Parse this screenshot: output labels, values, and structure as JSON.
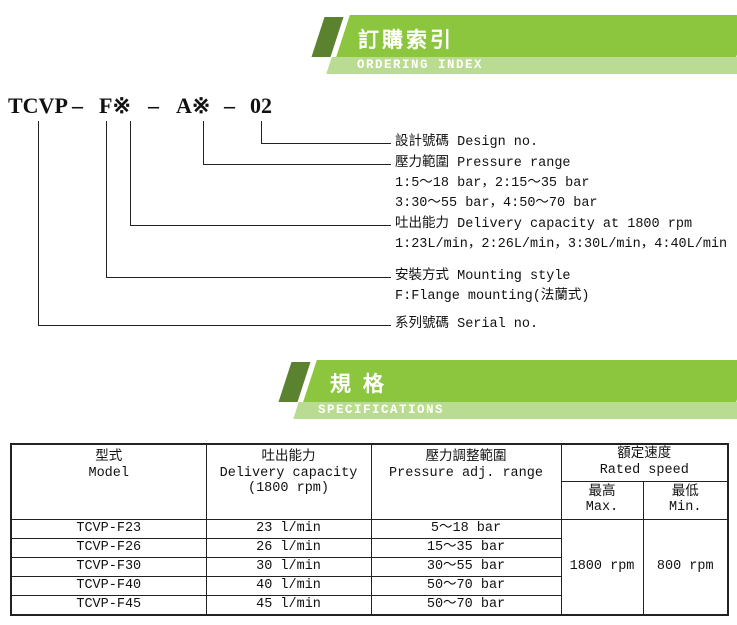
{
  "colors": {
    "banner_green": "#8bc63e",
    "banner_light_green": "#badb92",
    "banner_dark_green": "#5a822f"
  },
  "ordering_banner": {
    "title": "訂購索引",
    "subtitle": "ORDERING INDEX"
  },
  "model_code": {
    "series": "TCVP",
    "dash1": "–",
    "mounting": "F※",
    "dash2": "–",
    "pressure": "A※",
    "dash3": "–",
    "design": "02"
  },
  "callouts": {
    "design": {
      "line1": "設計號碼 Design no."
    },
    "pressure": {
      "line1": "壓力範圍 Pressure range",
      "line2": "1:5～18 bar，2:15～35 bar",
      "line3": "3:30～55 bar，4:50～70 bar"
    },
    "delivery": {
      "line1": "吐出能力 Delivery capacity at 1800 rpm",
      "line2": "1:23L/min，2:26L/min，3:30L/min，4:40L/min"
    },
    "mounting": {
      "line1": "安裝方式 Mounting style",
      "line2": "F:Flange mounting(法蘭式)"
    },
    "serial": {
      "line1": "系列號碼 Serial no."
    }
  },
  "spec_banner": {
    "title": "規 格",
    "subtitle": "SPECIFICATIONS"
  },
  "spec_table": {
    "headers": {
      "model_zh": "型式",
      "model_en": "Model",
      "delivery_zh": "吐出能力",
      "delivery_en": "Delivery capacity",
      "delivery_en2": "(1800 rpm)",
      "pressure_zh": "壓力調整範圍",
      "pressure_en": "Pressure adj. range",
      "speed_zh": "額定速度",
      "speed_en": "Rated speed",
      "max_zh": "最高",
      "max_en": "Max.",
      "min_zh": "最低",
      "min_en": "Min."
    },
    "rows": [
      {
        "model": "TCVP-F23",
        "delivery": "23 l/min",
        "pressure": "5～18 bar"
      },
      {
        "model": "TCVP-F26",
        "delivery": "26 l/min",
        "pressure": "15～35 bar"
      },
      {
        "model": "TCVP-F30",
        "delivery": "30 l/min",
        "pressure": "30～55 bar"
      },
      {
        "model": "TCVP-F40",
        "delivery": "40 l/min",
        "pressure": "50～70 bar"
      },
      {
        "model": "TCVP-F45",
        "delivery": "45 l/min",
        "pressure": "50～70 bar"
      }
    ],
    "rated_max": "1800 rpm",
    "rated_min": "800 rpm"
  }
}
